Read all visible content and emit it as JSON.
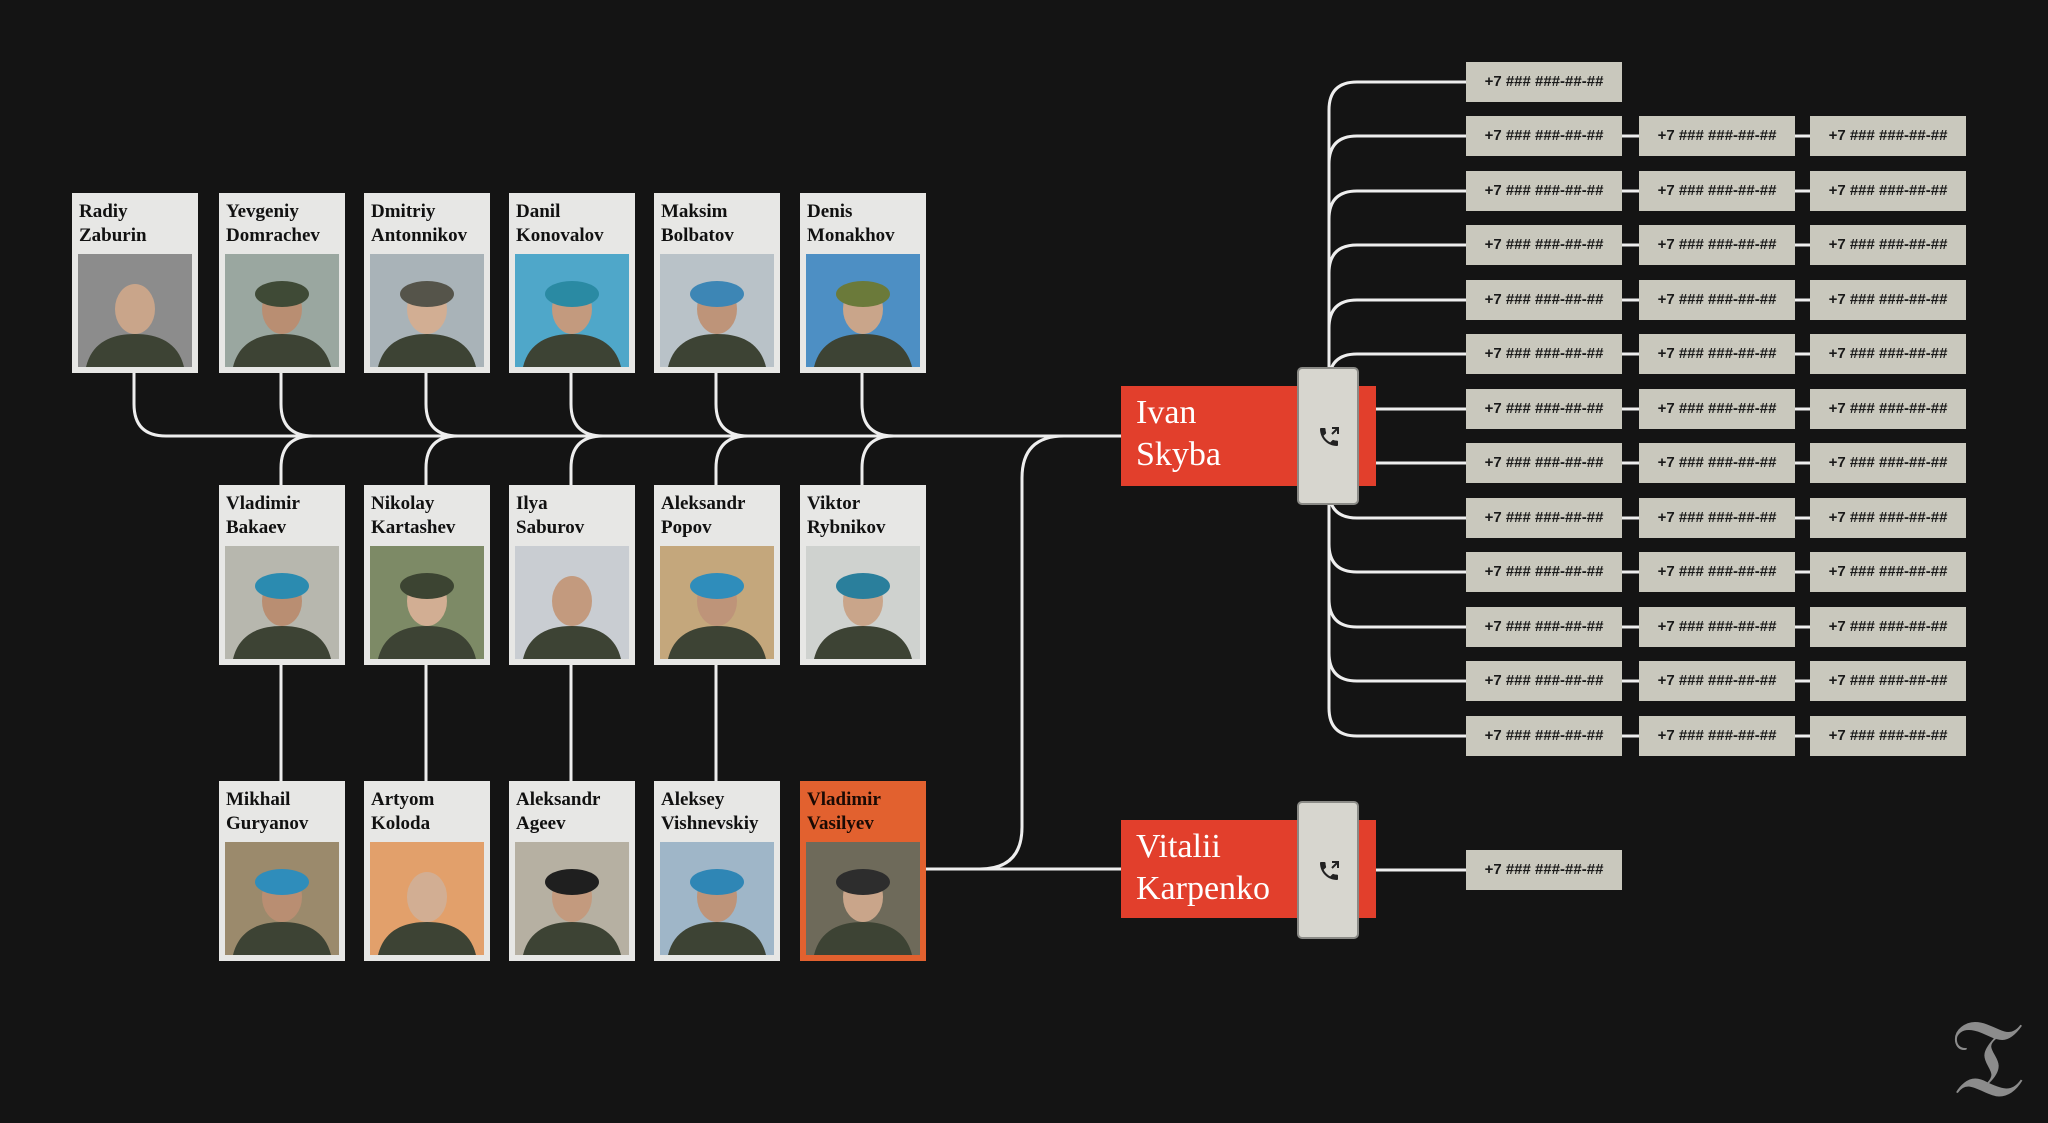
{
  "soldiers": [
    {
      "name": "Radiy\nZaburin"
    },
    {
      "name": "Yevgeniy\nDomrachev"
    },
    {
      "name": "Dmitriy\nAntonnikov"
    },
    {
      "name": "Danil\nKonovalov"
    },
    {
      "name": "Maksim\nBolbatov"
    },
    {
      "name": "Denis\nMonakhov"
    },
    {
      "name": "Vladimir\nBakaev"
    },
    {
      "name": "Nikolay\nKartashev"
    },
    {
      "name": "Ilya\nSaburov"
    },
    {
      "name": "Aleksandr\nPopov"
    },
    {
      "name": "Viktor\nRybnikov"
    },
    {
      "name": "Mikhail\nGuryanov"
    },
    {
      "name": "Artyom\nKoloda"
    },
    {
      "name": "Aleksandr\nAgeev"
    },
    {
      "name": "Aleksey\nVishnevskiy"
    },
    {
      "name": "Vladimir\nVasilyev",
      "highlight": true
    }
  ],
  "targets": [
    {
      "name": "Ivan\nSkyba"
    },
    {
      "name": "Vitalii\nKarpenko"
    }
  ],
  "phone_placeholder": "+7 ### ###-##-##",
  "phone_icon": "phone-call-icon",
  "logo_icon": "nyt-t-logo-icon",
  "logo_glyph": "𝔗",
  "colors": {
    "background": "#141414",
    "card": "#e7e7e5",
    "card_highlight": "#e2612f",
    "target": "#e23f2c",
    "phone_box": "#c9c8bd",
    "line": "#eeeeee"
  }
}
